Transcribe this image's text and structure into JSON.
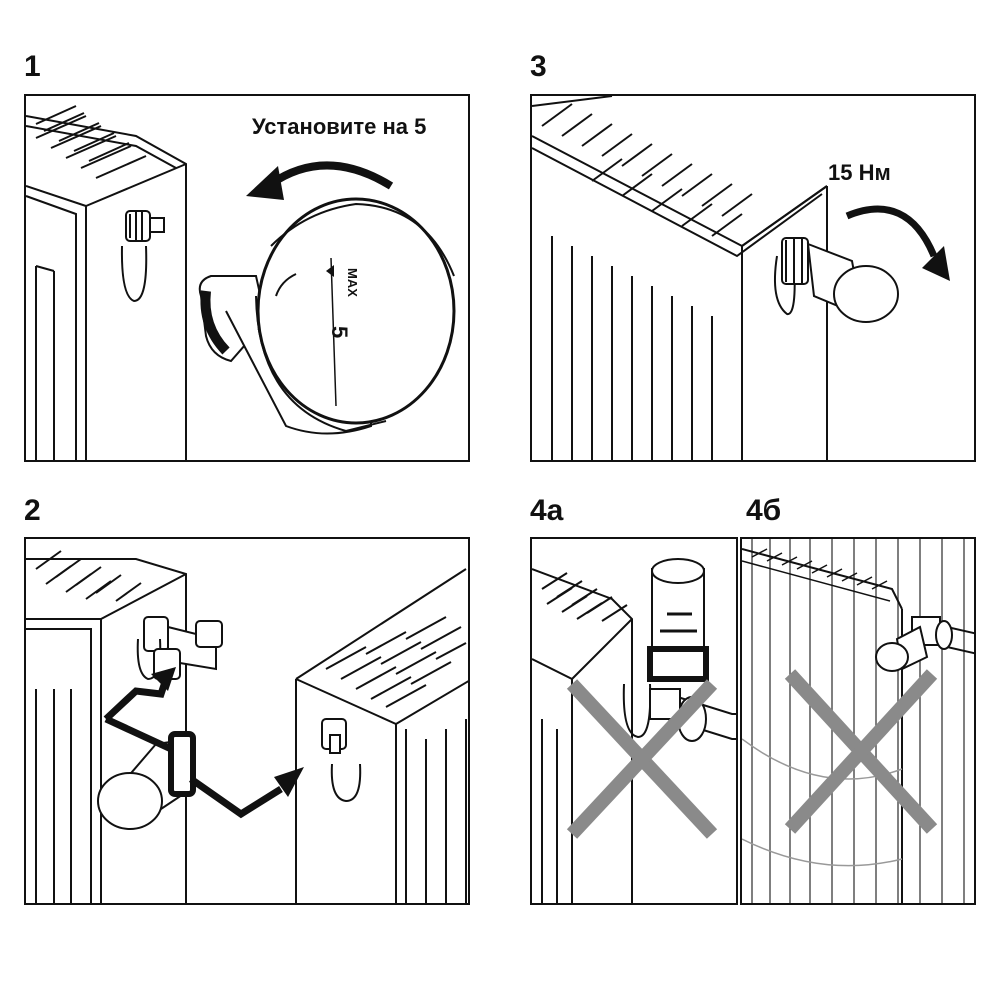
{
  "steps": [
    {
      "id": "1",
      "label": "1",
      "caption": "Установите на 5",
      "dial_mark": "5",
      "dial_max": "MAX"
    },
    {
      "id": "3",
      "label": "3",
      "caption": "15 Нм"
    },
    {
      "id": "2",
      "label": "2"
    },
    {
      "id": "4a",
      "label": "4а"
    },
    {
      "id": "4b",
      "label": "4б"
    }
  ],
  "colors": {
    "line": "#111111",
    "cross": "#8a8a8a",
    "shade": "#cfcfcf"
  },
  "icons": {
    "rotate_left_arrow": "curved-arrow-left-icon",
    "rotate_right_arrow": "curved-arrow-right-icon",
    "move_arrow": "arrow-icon",
    "not_allowed": "cross-icon"
  }
}
